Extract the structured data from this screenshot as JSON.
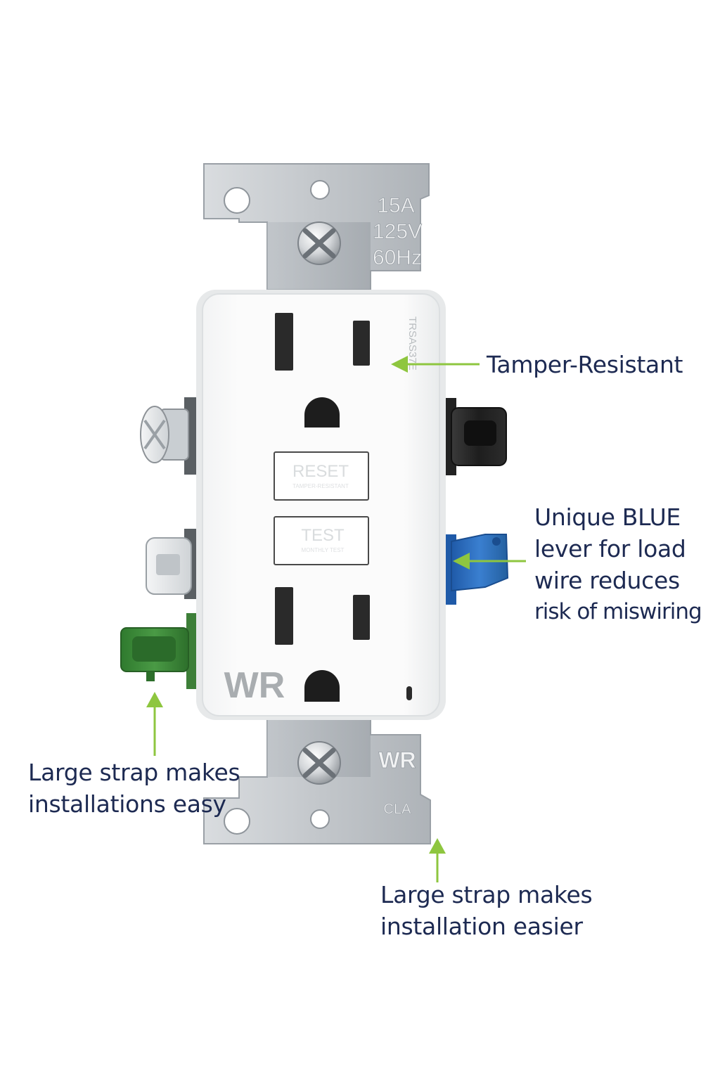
{
  "colors": {
    "callout_text": "#1d2a52",
    "arrow": "#8ec63f",
    "strap_metal": "#bfc3c8",
    "receptacle_body": "#f7f8f8",
    "lever_blue": "#2f6fc2",
    "lever_green": "#3c8a38",
    "lever_black": "#262626",
    "lever_white": "#e8eaeb",
    "lever_clear": "#d8dcdf"
  },
  "device": {
    "rating_amps": "15A",
    "rating_volts": "125V",
    "rating_freq": "60Hz",
    "side_marking": "TRSAS37E",
    "reset_label": "RESET",
    "reset_sub": "TAMPER-RESISTANT",
    "test_label": "TEST",
    "test_sub": "MONTHLY TEST",
    "body_mark": "WR",
    "strap_mark": "WR",
    "strap_cert": "CLA"
  },
  "callouts": {
    "tamper": "Tamper-Resistant",
    "blue_line1": "Unique BLUE",
    "blue_line2": "lever for  load",
    "blue_line3": "wire reduces",
    "blue_line4": "risk of miswiring",
    "strap_left_line1": "Large strap makes",
    "strap_left_line2": "installations easy",
    "strap_right_line1": "Large strap  makes",
    "strap_right_line2": "installation easier"
  },
  "icons": {
    "screw": "phillips-screw-icon",
    "led": "indicator-led-icon",
    "arrow": "arrow-icon"
  }
}
